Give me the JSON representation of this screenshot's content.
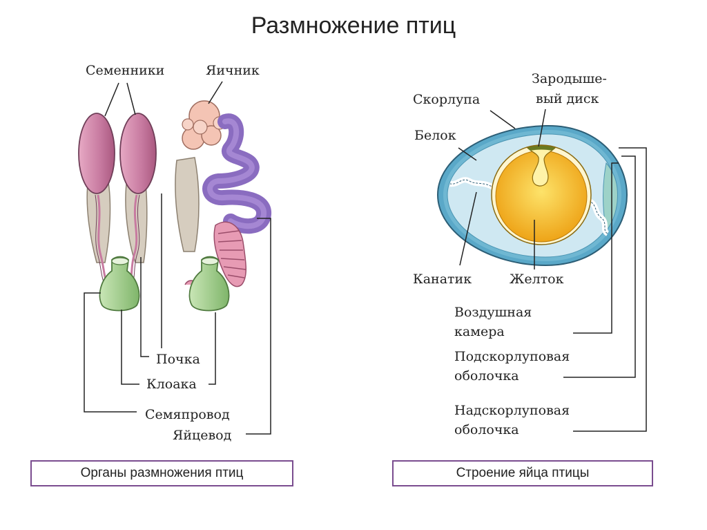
{
  "title": "Размножение птиц",
  "organs": {
    "caption": "Органы размножения птиц",
    "labels": {
      "testes": "Семенники",
      "ovary": "Яичник",
      "kidney": "Почка",
      "cloaca": "Клоака",
      "vas_deferens": "Семяпровод",
      "oviduct": "Яйцевод"
    }
  },
  "egg": {
    "caption": "Строение яйца птицы",
    "labels": {
      "shell": "Скорлупа",
      "germinal_disc_1": "Зародыше-",
      "germinal_disc_2": "вый диск",
      "albumen": "Белок",
      "chalaza": "Канатик",
      "yolk": "Желток",
      "air_cell_1": "Воздушная",
      "air_cell_2": "камера",
      "inner_membrane_1": "Подскорлуповая",
      "inner_membrane_2": "оболочка",
      "outer_membrane_1": "Надскорлуповая",
      "outer_membrane_2": "оболочка"
    }
  },
  "colors": {
    "testis": "#c77aa0",
    "ovary": "#f4c4b4",
    "oviduct": "#8a6cc0",
    "cloaca": "#9cc98a",
    "kidney": "#d6cdbf",
    "yolk": "#f0b21a",
    "albumen": "#cfe8f2",
    "shell": "#5aa8c8",
    "frame": "#7a4c8f"
  }
}
